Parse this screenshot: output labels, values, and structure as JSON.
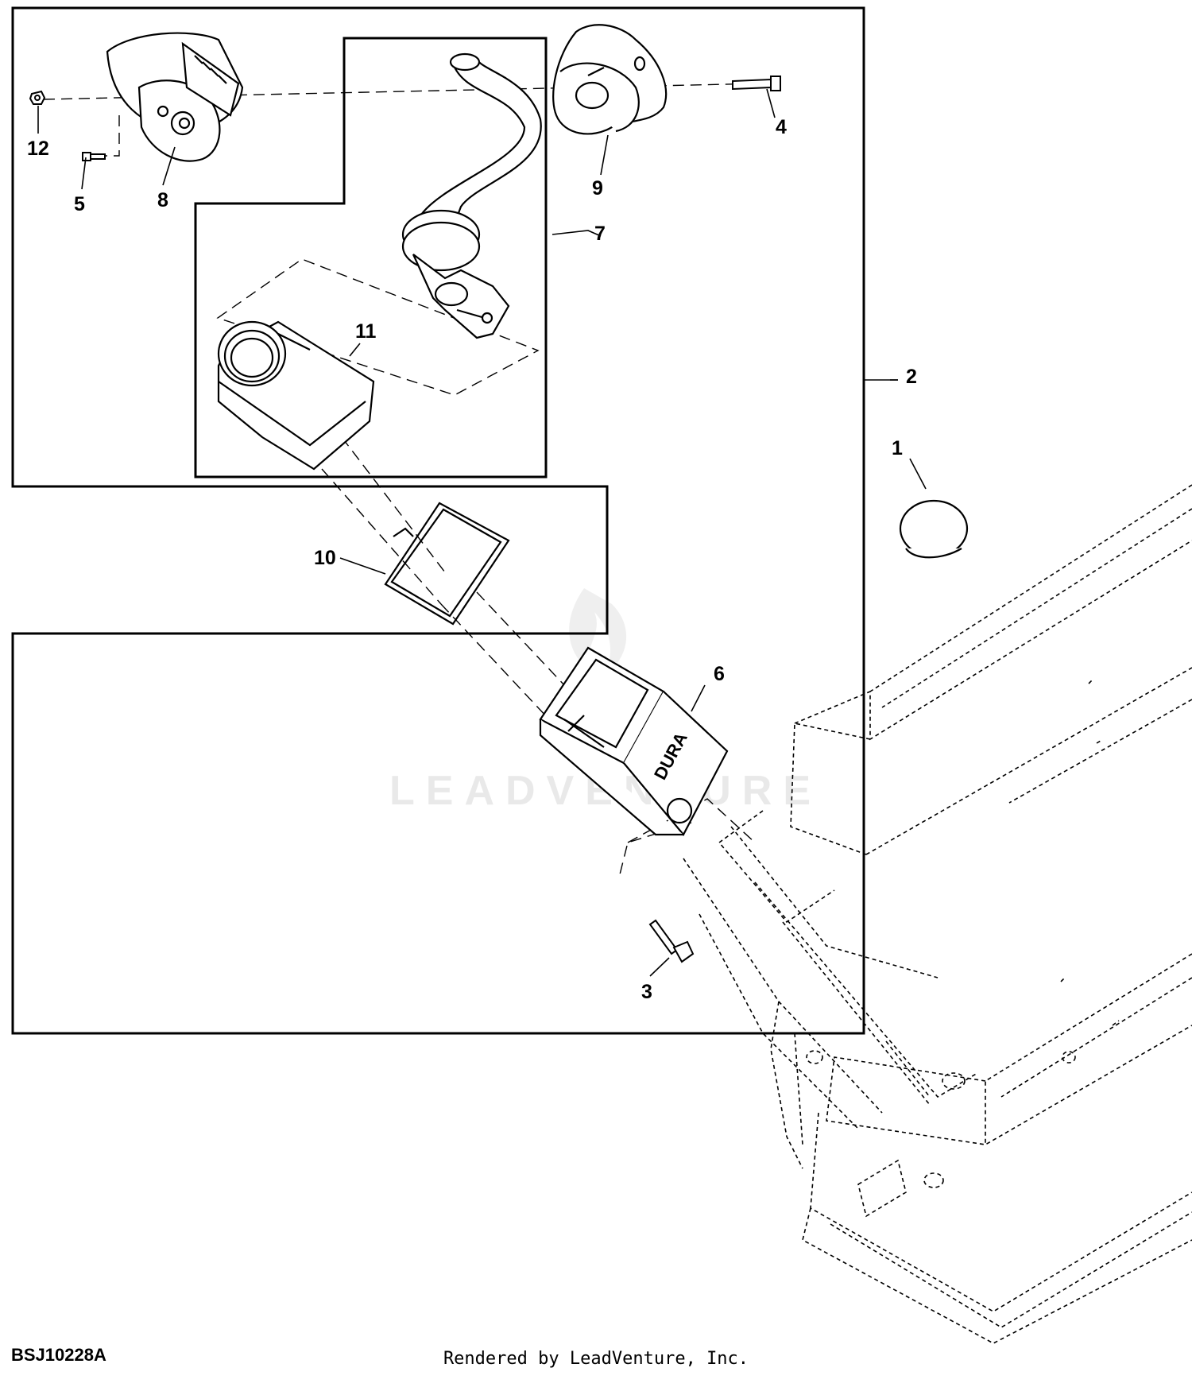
{
  "diagram": {
    "callouts": [
      "1",
      "2",
      "3",
      "4",
      "5",
      "6",
      "7",
      "8",
      "9",
      "10",
      "11",
      "12"
    ],
    "watermark": "LEADVENTURE",
    "part_logo": "DURA"
  },
  "footer": {
    "figure_id": "BSJ10228A",
    "rendered_by": "Rendered by LeadVenture, Inc."
  }
}
